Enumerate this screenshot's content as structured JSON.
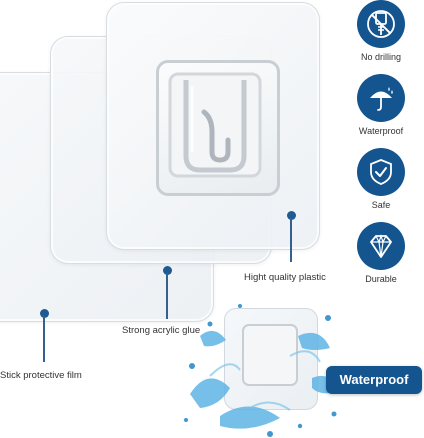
{
  "callouts": {
    "plastic": "Hight quality plastic",
    "glue": "Strong acrylic glue",
    "film": "Stick protective film"
  },
  "features": [
    {
      "icon": "no-drilling-icon",
      "label": "No drilling"
    },
    {
      "icon": "umbrella-icon",
      "label": "Waterproof"
    },
    {
      "icon": "shield-check-icon",
      "label": "Safe"
    },
    {
      "icon": "diamond-icon",
      "label": "Durable"
    }
  ],
  "badge": {
    "label": "Waterproof"
  },
  "colors": {
    "accent": "#14558f",
    "leader": "#1f5a93"
  }
}
